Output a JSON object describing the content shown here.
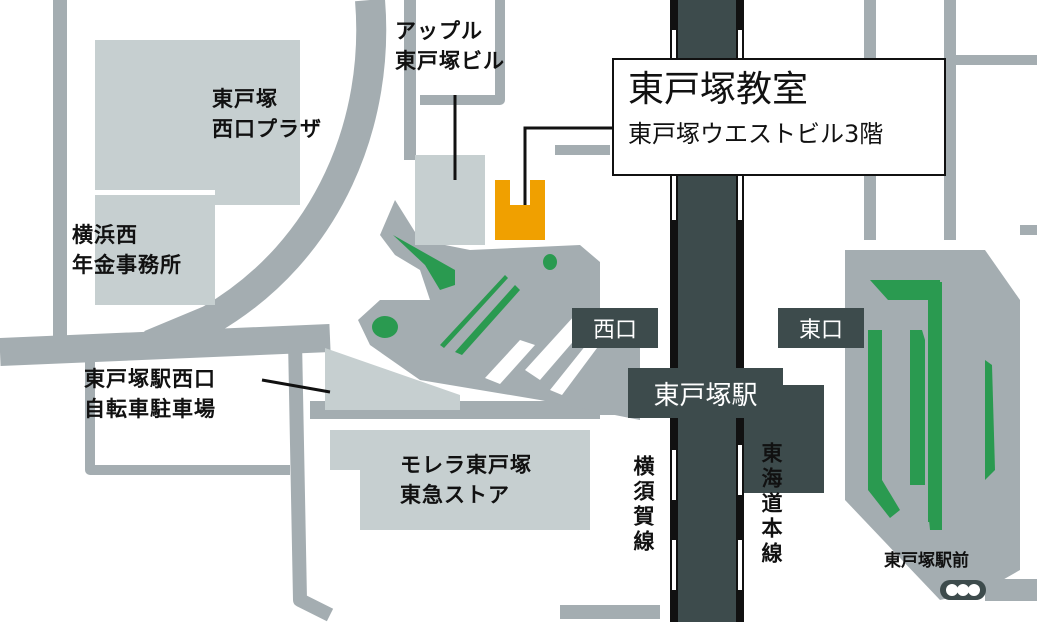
{
  "colors": {
    "road": "#a4adb1",
    "building": "#c6cfd0",
    "station": "#3d4b4c",
    "green": "#2a9a50",
    "target": "#f0a000"
  },
  "callout": {
    "title": "東戸塚教室",
    "subtitle": "東戸塚ウエストビル3階"
  },
  "labels": {
    "apple_1": "アップル",
    "apple_2": "東戸塚ビル",
    "plaza_1": "東戸塚",
    "plaza_2": "西口プラザ",
    "pension_1": "横浜西",
    "pension_2": "年金事務所",
    "bike_1": "東戸塚駅西口",
    "bike_2": "自転車駐車場",
    "morera_1": "モレラ東戸塚",
    "morera_2": "東急ストア",
    "west_exit": "西口",
    "east_exit": "東口",
    "station": "東戸塚駅",
    "yokosuka_line": "横須賀線",
    "tokaido_line": "東海道本線",
    "bus_stop": "東戸塚駅前"
  },
  "icons": {
    "bus_stop": "bus-stop-icon"
  }
}
